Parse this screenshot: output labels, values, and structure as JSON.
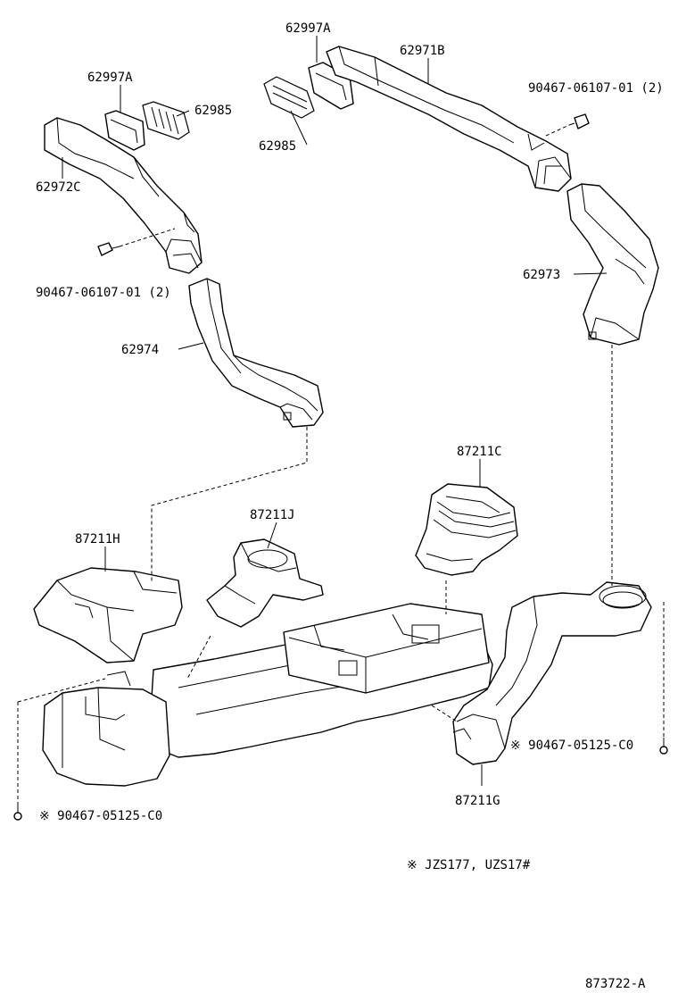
{
  "parts": {
    "p62997A_left": "62997A",
    "p62985_left": "62985",
    "p62972C": "62972C",
    "p90467_06107_left": "90467-06107-01 (2)",
    "p62974": "62974",
    "p62997A_right": "62997A",
    "p62985_right": "62985",
    "p62971B": "62971B",
    "p90467_06107_right": "90467-06107-01 (2)",
    "p62973": "62973",
    "p87211C": "87211C",
    "p87211J": "87211J",
    "p87211H": "87211H",
    "p87211G": "87211G",
    "p90467_05125_right": "※ 90467-05125-C0",
    "p90467_05125_left": "※ 90467-05125-C0"
  },
  "note": "※  JZS177, UZS17#",
  "diagram_code": "873722-A"
}
